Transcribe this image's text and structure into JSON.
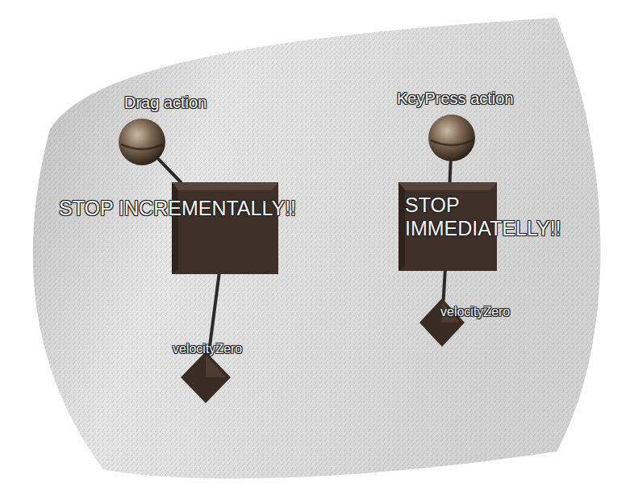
{
  "diagram": {
    "nodes": [
      {
        "text": [
          "Drag action"
        ]
      },
      {
        "text": [
          "KeyPress action"
        ]
      },
      {
        "text": [
          "STOP INCREMENTALLY!!"
        ]
      },
      {
        "text": [
          "STOP IMMEDIATELLY!!"
        ]
      },
      {
        "text": [
          "velocityZero"
        ]
      },
      {
        "text": [
          "velocityZero"
        ]
      }
    ],
    "edges": [
      {
        "from": 0,
        "to": 2,
        "arrow": "none"
      },
      {
        "from": 1,
        "to": 3,
        "arrow": "none"
      },
      {
        "from": 2,
        "to": 5,
        "arrow": "none"
      },
      {
        "from": 3,
        "to": 4,
        "arrow": "none"
      }
    ]
  }
}
